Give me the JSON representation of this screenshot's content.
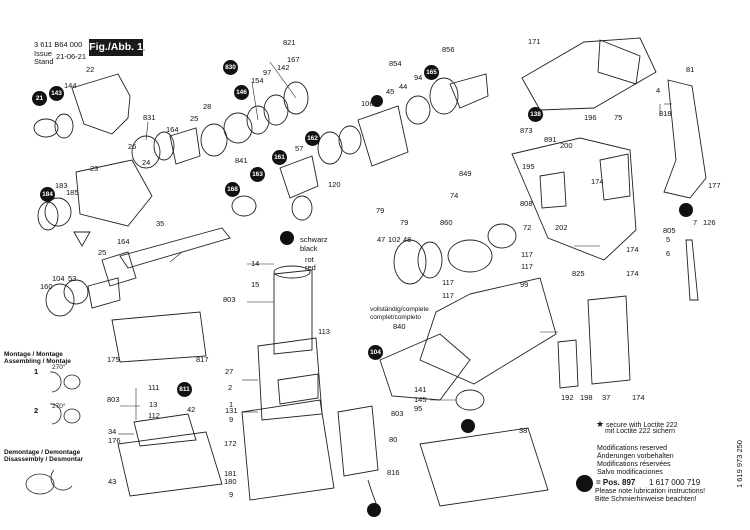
{
  "header": {
    "doc_number": "3 611 B64 000",
    "issue_label": "Issue",
    "stand_label": "Stand",
    "date": "21-06-21",
    "figure": "Fig./Abb. 1"
  },
  "doc_id_vertical": "1 619 973 250",
  "parts": [
    {
      "id": "p821",
      "text": "821"
    },
    {
      "id": "p167",
      "text": "167"
    },
    {
      "id": "p142",
      "text": "142"
    },
    {
      "id": "p97",
      "text": "97"
    },
    {
      "id": "p154",
      "text": "154"
    },
    {
      "id": "p28",
      "text": "28"
    },
    {
      "id": "p22",
      "text": "22"
    },
    {
      "id": "p144",
      "text": "144"
    },
    {
      "id": "p831",
      "text": "831"
    },
    {
      "id": "p164a",
      "text": "164"
    },
    {
      "id": "p25a",
      "text": "25"
    },
    {
      "id": "p26",
      "text": "26"
    },
    {
      "id": "p24",
      "text": "24"
    },
    {
      "id": "p23",
      "text": "23"
    },
    {
      "id": "p183",
      "text": "183"
    },
    {
      "id": "p185",
      "text": "185"
    },
    {
      "id": "p35",
      "text": "35"
    },
    {
      "id": "p164b",
      "text": "164"
    },
    {
      "id": "p25b",
      "text": "25"
    },
    {
      "id": "p104",
      "text": "104"
    },
    {
      "id": "p53",
      "text": "53"
    },
    {
      "id": "p160",
      "text": "160"
    },
    {
      "id": "p856",
      "text": "856"
    },
    {
      "id": "p854",
      "text": "854"
    },
    {
      "id": "p44",
      "text": "44"
    },
    {
      "id": "p94",
      "text": "94"
    },
    {
      "id": "p45",
      "text": "45"
    },
    {
      "id": "p120",
      "text": "120"
    },
    {
      "id": "p57",
      "text": "57"
    },
    {
      "id": "p849",
      "text": "849"
    },
    {
      "id": "p74",
      "text": "74"
    },
    {
      "id": "p79a",
      "text": "79"
    },
    {
      "id": "p79b",
      "text": "79"
    },
    {
      "id": "p841",
      "text": "841"
    },
    {
      "id": "p171",
      "text": "171"
    },
    {
      "id": "p81",
      "text": "81"
    },
    {
      "id": "p4",
      "text": "4"
    },
    {
      "id": "p818",
      "text": "818"
    },
    {
      "id": "p873",
      "text": "873"
    },
    {
      "id": "p196",
      "text": "196"
    },
    {
      "id": "p75",
      "text": "75"
    },
    {
      "id": "p891",
      "text": "891"
    },
    {
      "id": "p200",
      "text": "200"
    },
    {
      "id": "p195",
      "text": "195"
    },
    {
      "id": "p174a",
      "text": "174"
    },
    {
      "id": "p808",
      "text": "808"
    },
    {
      "id": "p177",
      "text": "177"
    },
    {
      "id": "p7",
      "text": "7"
    },
    {
      "id": "p126",
      "text": "126"
    },
    {
      "id": "p805",
      "text": "805"
    },
    {
      "id": "p5",
      "text": "5"
    },
    {
      "id": "p6",
      "text": "6"
    },
    {
      "id": "p202",
      "text": "202"
    },
    {
      "id": "p825",
      "text": "825"
    },
    {
      "id": "p174b",
      "text": "174"
    },
    {
      "id": "p174c",
      "text": "174"
    },
    {
      "id": "p860",
      "text": "860"
    },
    {
      "id": "p72",
      "text": "72"
    },
    {
      "id": "p47",
      "text": "47"
    },
    {
      "id": "p102",
      "text": "102"
    },
    {
      "id": "p48",
      "text": "48"
    },
    {
      "id": "p117a",
      "text": "117"
    },
    {
      "id": "p117b",
      "text": "117"
    },
    {
      "id": "p117c",
      "text": "117"
    },
    {
      "id": "p117d",
      "text": "117"
    },
    {
      "id": "p99",
      "text": "99"
    },
    {
      "id": "p840",
      "text": "840"
    },
    {
      "id": "p14",
      "text": "14"
    },
    {
      "id": "p15",
      "text": "15"
    },
    {
      "id": "p803a",
      "text": "803"
    },
    {
      "id": "p113",
      "text": "113"
    },
    {
      "id": "p27",
      "text": "27"
    },
    {
      "id": "p2",
      "text": "2"
    },
    {
      "id": "p1",
      "text": "1"
    },
    {
      "id": "p131",
      "text": "131"
    },
    {
      "id": "p9a",
      "text": "9"
    },
    {
      "id": "p172",
      "text": "172"
    },
    {
      "id": "p181",
      "text": "181"
    },
    {
      "id": "p180",
      "text": "180"
    },
    {
      "id": "p9b",
      "text": "9"
    },
    {
      "id": "p80",
      "text": "80"
    },
    {
      "id": "p816",
      "text": "816"
    },
    {
      "id": "p175",
      "text": "175"
    },
    {
      "id": "p817",
      "text": "817"
    },
    {
      "id": "p111",
      "text": "111"
    },
    {
      "id": "p803b",
      "text": "803"
    },
    {
      "id": "p13",
      "text": "13"
    },
    {
      "id": "p112",
      "text": "112"
    },
    {
      "id": "p42",
      "text": "42"
    },
    {
      "id": "p34",
      "text": "34"
    },
    {
      "id": "p176",
      "text": "176"
    },
    {
      "id": "p43",
      "text": "43"
    },
    {
      "id": "p141",
      "text": "141"
    },
    {
      "id": "p145",
      "text": "145"
    },
    {
      "id": "p95",
      "text": "95"
    },
    {
      "id": "p803c",
      "text": "803"
    },
    {
      "id": "p38",
      "text": "38"
    },
    {
      "id": "p192",
      "text": "192"
    },
    {
      "id": "p198",
      "text": "198"
    },
    {
      "id": "p37",
      "text": "37"
    },
    {
      "id": "p174d",
      "text": "174"
    },
    {
      "id": "p106",
      "text": "106"
    }
  ],
  "circled": [
    {
      "id": "c830",
      "text": "830"
    },
    {
      "id": "c146",
      "text": "146"
    },
    {
      "id": "c21",
      "text": "21"
    },
    {
      "id": "c143",
      "text": "143"
    },
    {
      "id": "c184",
      "text": "184"
    },
    {
      "id": "c165",
      "text": "165"
    },
    {
      "id": "c162",
      "text": "162"
    },
    {
      "id": "c161",
      "text": "161"
    },
    {
      "id": "c168",
      "text": "168"
    },
    {
      "id": "c163",
      "text": "163"
    },
    {
      "id": "c138",
      "text": "138"
    },
    {
      "id": "c104",
      "text": "104"
    },
    {
      "id": "c811",
      "text": "811"
    }
  ],
  "wire_labels": {
    "schwarz": "schwarz",
    "black": "black",
    "rot": "rot",
    "red": "red"
  },
  "complete_labels": {
    "line1": "vollständig/complete",
    "line2": "complet/completo"
  },
  "mounting": {
    "montage_line1": "Montage / Montage",
    "montage_line2": "Assembling / Montaje",
    "demontage_line1": "Demontage / Demontage",
    "demontage_line2": "Disassembly / Desmontar",
    "step1": "1",
    "step2": "2",
    "angle1": "270°",
    "angle2": "270°"
  },
  "notes": {
    "loctite_en": "secure with Loctite 222",
    "loctite_de": "mit Loctite 222 sichern",
    "mod_en": "Modifications reserved",
    "mod_de": "Änderungen vorbehalten",
    "mod_fr": "Modifications réservées",
    "mod_es": "Salvo modificaciones",
    "pos_label": "= Pos. 897",
    "pos_number": "1 617 000 719",
    "lub_en": "Please note lubrication instructions!",
    "lub_de": "Bitte Schmierhinweise beachten!"
  },
  "colors": {
    "ink": "#111111",
    "circle_fill": "#111111",
    "figure_box": "#1a1a1a"
  }
}
